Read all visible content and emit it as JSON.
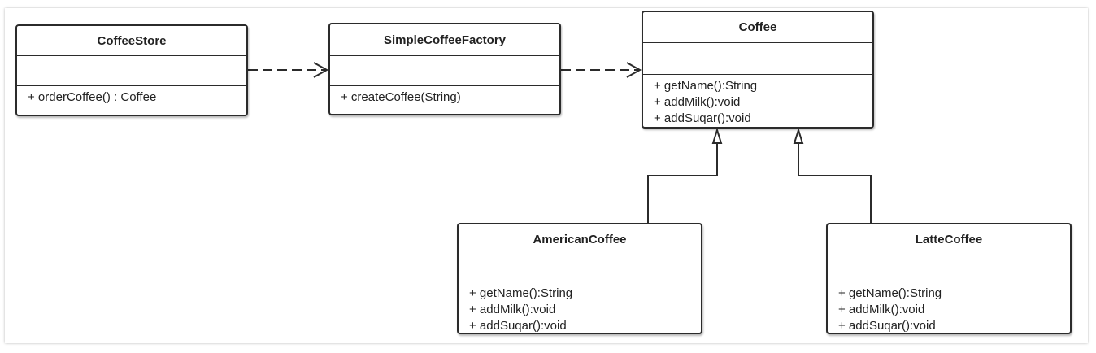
{
  "classes": {
    "coffee_store": {
      "name": "CoffeeStore",
      "operations": [
        "+ orderCoffee() : Coffee"
      ]
    },
    "simple_coffee_factory": {
      "name": "SimpleCoffeeFactory",
      "operations": [
        "+ createCoffee(String)"
      ]
    },
    "coffee": {
      "name": "Coffee",
      "operations": [
        "+ getName():String",
        "+ addMilk():void",
        "+ addSuqar():void"
      ]
    },
    "american_coffee": {
      "name": "AmericanCoffee",
      "operations": [
        "+ getName():String",
        "+ addMilk():void",
        "+ addSuqar():void"
      ]
    },
    "latte_coffee": {
      "name": "LatteCoffee",
      "operations": [
        "+ getName():String",
        "+ addMilk():void",
        "+ addSuqar():void"
      ]
    }
  },
  "relations": [
    {
      "from": "CoffeeStore",
      "to": "SimpleCoffeeFactory",
      "type": "dependency"
    },
    {
      "from": "SimpleCoffeeFactory",
      "to": "Coffee",
      "type": "dependency"
    },
    {
      "from": "AmericanCoffee",
      "to": "Coffee",
      "type": "generalization"
    },
    {
      "from": "LatteCoffee",
      "to": "Coffee",
      "type": "generalization"
    }
  ],
  "colors": {
    "line": "#2b2b2b",
    "background": "#ffffff"
  }
}
